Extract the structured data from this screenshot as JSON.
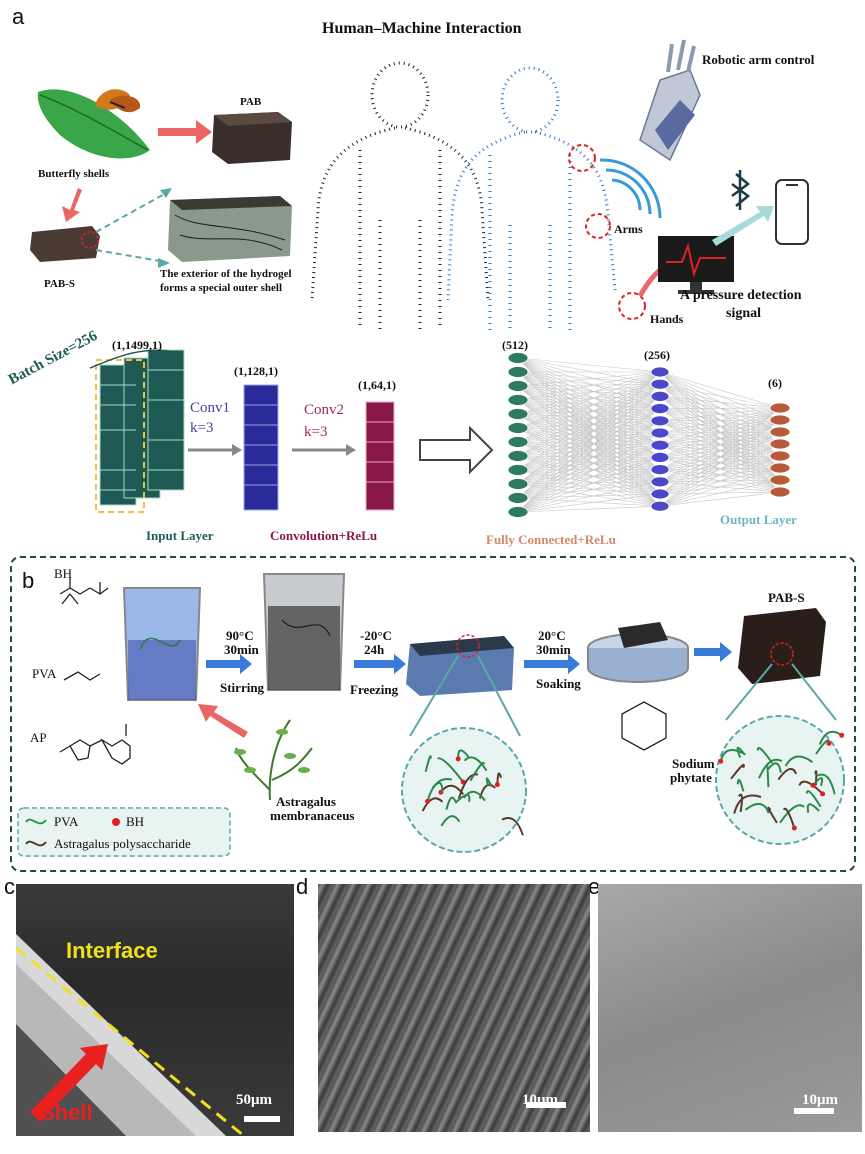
{
  "panel_a": {
    "label": "a",
    "title": "Human–Machine Interaction",
    "butterfly_label": "Butterfly shells",
    "pab_label": "PAB",
    "pabs_label": "PAB-S",
    "shell_caption_line1": "The exterior of the hydrogel",
    "shell_caption_line2": "forms a special outer shell",
    "robotic_label": "Robotic  arm control",
    "arms_label": "Arms",
    "hands_label": "Hands",
    "pressure_line1": "A pressure detection",
    "pressure_line2": "signal"
  },
  "cnn": {
    "batch_label": "Batch Size=256",
    "input_shape": "(1,1499,1)",
    "conv1_shape": "(1,128,1)",
    "conv2_shape": "(1,64,1)",
    "conv1_name": "Conv1",
    "conv1_k": "k=3",
    "conv2_name": "Conv2",
    "conv2_k": "k=3",
    "input_layer": "Input  Layer",
    "conv_relu": "Convolution+ReLu",
    "fc_relu": "Fully Connected+ReLu",
    "output_layer": "Output  Layer",
    "n512": "(512)",
    "n256": "(256)",
    "n6": "(6)",
    "colors": {
      "input": "#1f5a55",
      "conv1": "#2a2a9a",
      "conv2": "#8a1848",
      "fc1": "#2f7a63",
      "fc2": "#4a48c8",
      "out": "#b85a3a",
      "conv1_text": "#4a3fa0",
      "conv2_text": "#a0304a",
      "fc_text": "#d4886a",
      "out_text": "#6fb3c8"
    }
  },
  "panel_b": {
    "label": "b",
    "bh": "BH",
    "pva": "PVA",
    "ap": "AP",
    "step1_temp": "90°C",
    "step1_time": "30min",
    "step1_name": "Stirring",
    "step2_temp": "-20°C",
    "step2_time": "24h",
    "step2_name": "Freezing",
    "step3_temp": "20°C",
    "step3_time": "30min",
    "step3_name": "Soaking",
    "pabs": "PAB-S",
    "sodium_line1": "Sodium",
    "sodium_line2": "phytate",
    "astragalus_line1": "Astragalus",
    "astragalus_line2": "membranaceus",
    "legend_pva": "PVA",
    "legend_bh": "BH",
    "legend_aps": "Astragalus polysaccharide"
  },
  "sem": {
    "c_label": "c",
    "d_label": "d",
    "e_label": "e",
    "interface": "Interface",
    "shell": "Shell",
    "c_scale": "50μm",
    "d_scale": "10μm",
    "e_scale": "10μm"
  }
}
